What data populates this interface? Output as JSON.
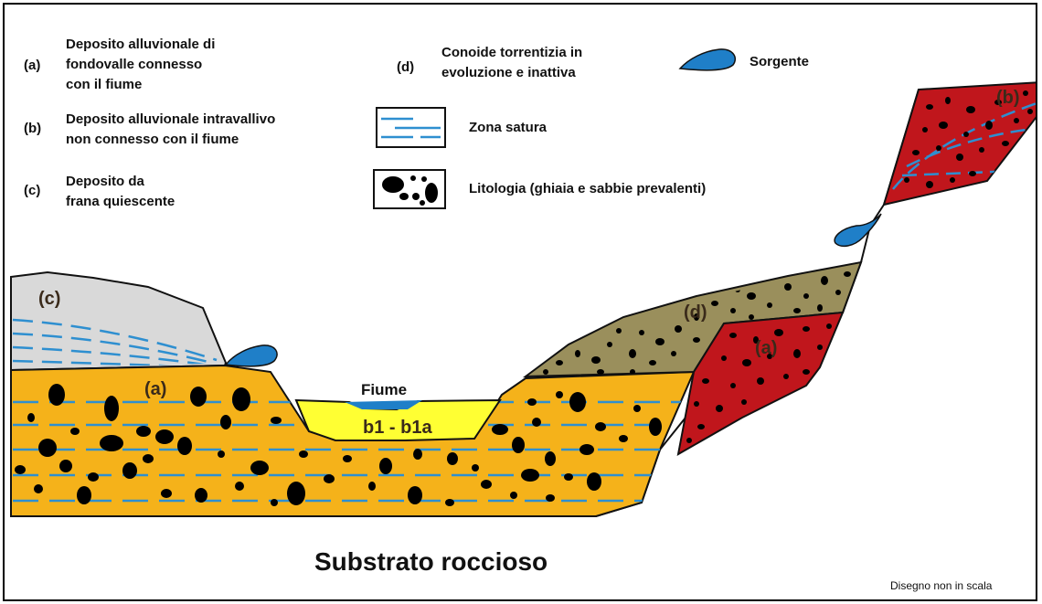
{
  "legend": {
    "a_key": "(a)",
    "a_line1": "Deposito alluvionale di",
    "a_line2": "fondovalle connesso",
    "a_line3": "con il fiume",
    "b_key": "(b)",
    "b_line1": "Deposito alluvionale intravallivo",
    "b_line2": "non connesso  con il fiume",
    "c_key": "(c)",
    "c_line1": "Deposito da",
    "c_line2": "frana quiescente",
    "d_key": "(d)",
    "d_line1": "Conoide torrentizia in",
    "d_line2": "evoluzione  e inattiva",
    "sorgente": "Sorgente",
    "zona_satura": "Zona satura",
    "litologia": "Litologia (ghiaia e sabbie prevalenti)"
  },
  "labels": {
    "c": "(c)",
    "a_left": "(a)",
    "d": "(d)",
    "a_right": "(a)",
    "b": "(b)",
    "fiume": "Fiume",
    "b1": "b1 - b1a",
    "substrato": "Substrato roccioso",
    "note": "Disegno non in scala"
  },
  "colors": {
    "alluvial_a": "#F5B21A",
    "intravallivo_b": "#C0161C",
    "frana_c": "#D9D9D9",
    "conoide_d": "#9A8F5C",
    "b1_fill": "#FFFF33",
    "river": "#1F7FC8",
    "water_lines": "#2E8FD0"
  }
}
